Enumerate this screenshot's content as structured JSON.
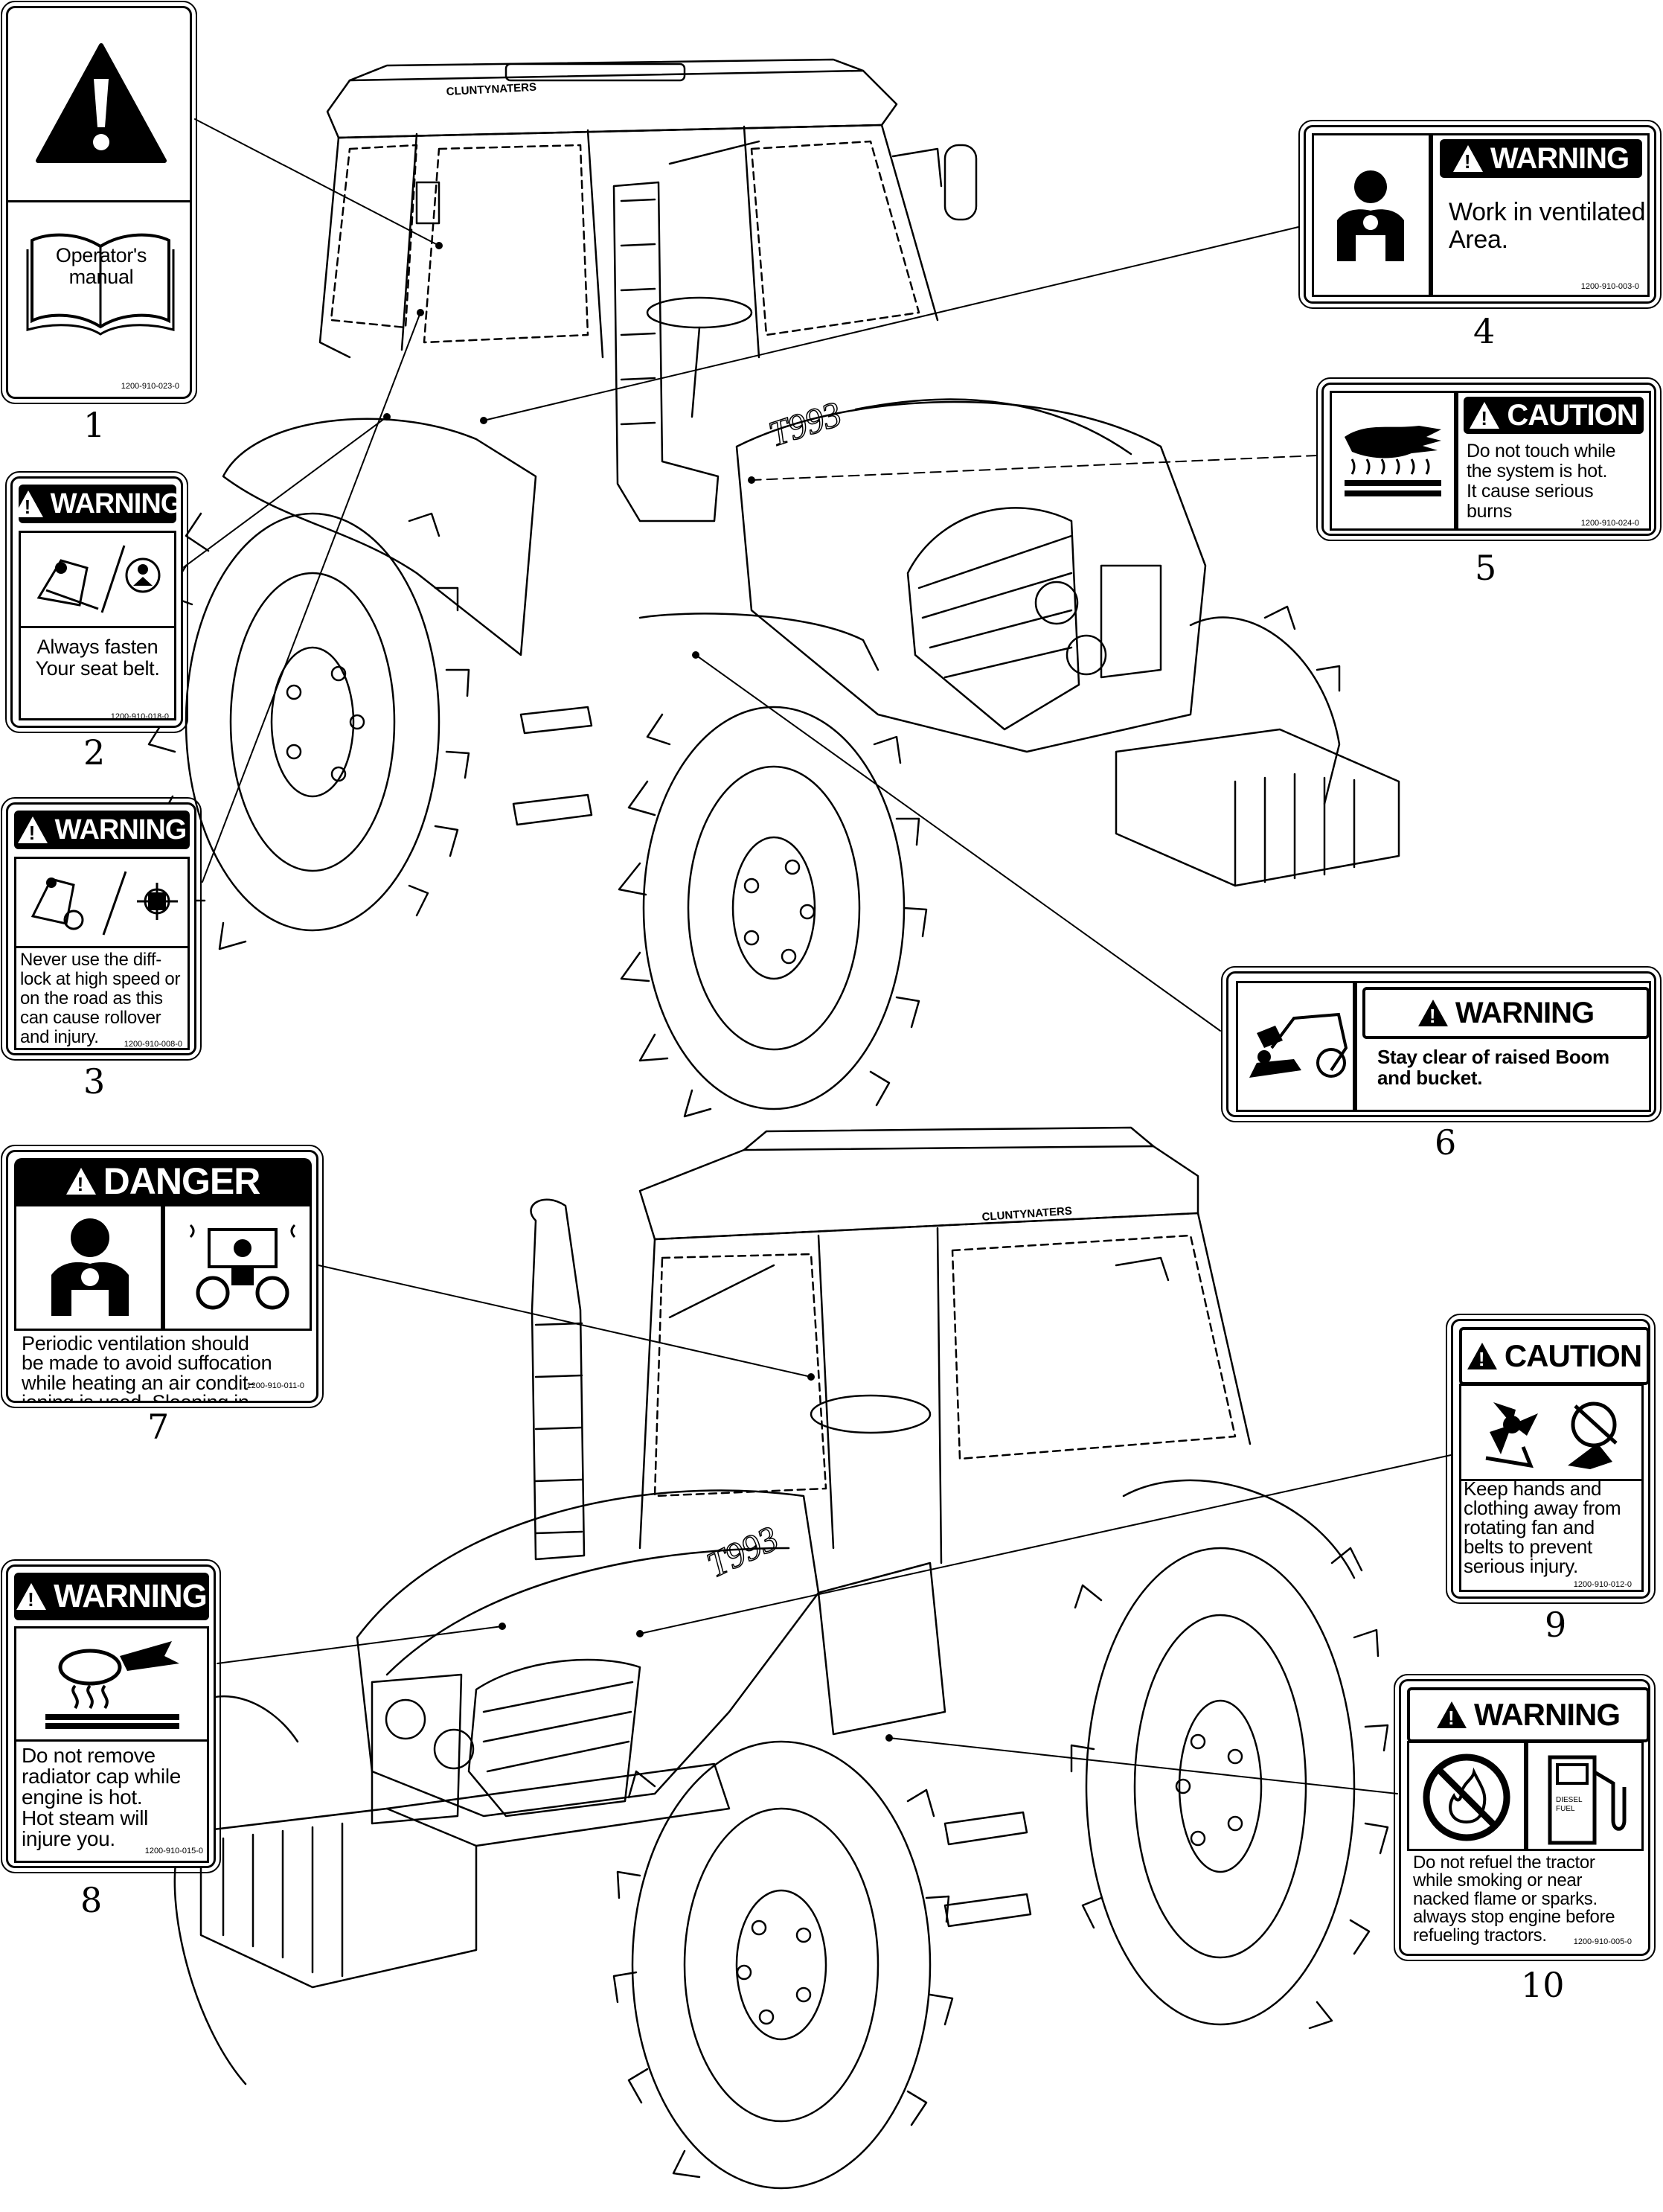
{
  "tractor_top": {
    "brand": "CLUNTYNATERS",
    "model": "T993"
  },
  "tractor_bottom": {
    "brand": "CLUNTYNATERS",
    "model": "T993"
  },
  "decals": [
    {
      "id": "1",
      "number": "1",
      "text": "Operator's\nmanual",
      "code": "1200-910-023-0"
    },
    {
      "id": "2",
      "number": "2",
      "header": "WARNING",
      "text": "Always fasten\nYour  seat belt.",
      "code": "1200-910-018-0"
    },
    {
      "id": "3",
      "number": "3",
      "header": "WARNING",
      "text": "Never use the diff-\nlock at high speed or\non the road as this\ncan cause rollover\nand injury.",
      "code": "1200-910-008-0"
    },
    {
      "id": "4",
      "number": "4",
      "header": "WARNING",
      "text": "Work in ventilated\nArea.",
      "code": "1200-910-003-0"
    },
    {
      "id": "5",
      "number": "5",
      "header": "CAUTION",
      "text": "Do not touch while\nthe system is hot.\nIt cause serious\nburns",
      "code": "1200-910-024-0"
    },
    {
      "id": "6",
      "number": "6",
      "header": "WARNING",
      "text": "Stay clear of raised Boom\nand bucket.",
      "code": ""
    },
    {
      "id": "7",
      "number": "7",
      "header": "DANGER",
      "text": "Periodic ventilation should\nbe made to avoid suffocation\nwhile heating an air condit-\nioning is used. Sleeping in\nthe cab is prohibited.",
      "code": "1200-910-011-0"
    },
    {
      "id": "8",
      "number": "8",
      "header": "WARNING",
      "text": "Do not remove\nradiator cap while\nengine is hot.\nHot steam will\ninjure you.",
      "code": "1200-910-015-0"
    },
    {
      "id": "9",
      "number": "9",
      "header": "CAUTION",
      "text": "Keep hands and\nclothing away from\nrotating  fan and\nbelts to    prevent\nserious injury.",
      "code": "1200-910-012-0"
    },
    {
      "id": "10",
      "number": "10",
      "header": "WARNING",
      "text": "Do not refuel the tractor\nwhile smoking or near\nnacked flame  or sparks.\nalways stop engine before\nrefueling tractors.",
      "code": "1200-910-005-0",
      "icon_text": "DIESEL\nFUEL"
    }
  ]
}
